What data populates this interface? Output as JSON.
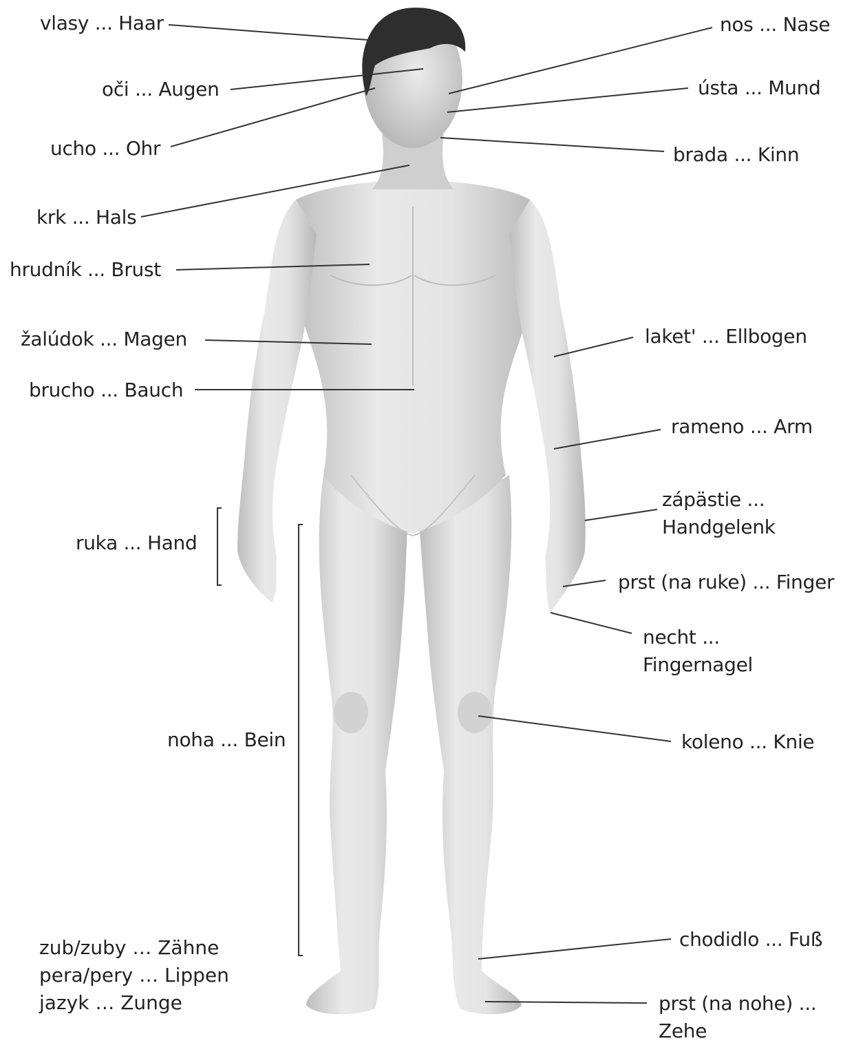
{
  "labels": {
    "vlasy": "vlasy ... Haar",
    "oci": "oči ... Augen",
    "ucho": "ucho ... Ohr",
    "krk": "krk ... Hals",
    "hrudnik": "hrudník ... Brust",
    "zaludok": "žalúdok ... Magen",
    "brucho": "brucho ... Bauch",
    "ruka": "ruka ... Hand",
    "noha": "noha ... Bein",
    "nos": "nos ... Nase",
    "usta": "ústa ... Mund",
    "brada": "brada ... Kinn",
    "laket": "laket' ... Ellbogen",
    "rameno": "rameno ... Arm",
    "zapastie_1": "zápästie ...",
    "zapastie_2": "Handgelenk",
    "prst_ruka": "prst (na ruke) ... Finger",
    "necht_1": "necht ...",
    "necht_2": "Fingernagel",
    "koleno": "koleno ... Knie",
    "chodidlo": "chodidlo ... Fuß",
    "prst_noha_1": "prst (na nohe) ...",
    "prst_noha_2": "Zehe"
  },
  "extra_vocab": [
    "zub/zuby … Zähne",
    "pera/pery … Lippen",
    "jazyk … Zunge"
  ],
  "colors": {
    "text": "#222222",
    "line": "#333333",
    "skin": "#d9d9d9",
    "hair": "#2e2e2e"
  }
}
